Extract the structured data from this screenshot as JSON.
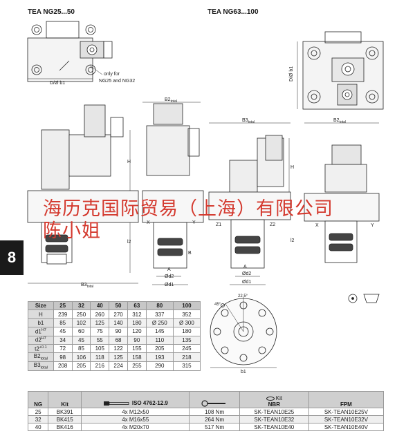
{
  "titles": {
    "left": "TEA NG25...50",
    "right": "TEA NG63...100"
  },
  "tab_number": "8",
  "note_lines": [
    "only for",
    "NG25 and NG32"
  ],
  "labels": {
    "d_b1": "D/Ø b1",
    "b2": "B2",
    "b3": "B3",
    "total": "total",
    "h": "H",
    "l2": "l2",
    "x": "X",
    "y": "Y",
    "z1": "Z1",
    "z2": "Z2",
    "a": "A",
    "b": "B",
    "d1": "Ød1",
    "d2": "Ød2",
    "b1": "b1",
    "angle_45": "45°",
    "angle_225": "22.5°"
  },
  "watermark": {
    "line1": "海历克国际贸易（上海）有限公司",
    "line2": "陈小姐"
  },
  "dimensions_table": {
    "header": [
      "Size",
      "25",
      "32",
      "40",
      "50",
      "63",
      "80",
      "100"
    ],
    "rows": [
      {
        "label": "H",
        "sub": "",
        "sup": "",
        "values": [
          "239",
          "250",
          "260",
          "270",
          "312",
          "337",
          "352"
        ]
      },
      {
        "label": "b1",
        "sub": "",
        "sup": "",
        "values": [
          "85",
          "102",
          "125",
          "140",
          "180",
          "Ø 250",
          "Ø 300"
        ]
      },
      {
        "label": "d1",
        "sub": "",
        "sup": "H7",
        "values": [
          "45",
          "60",
          "75",
          "90",
          "120",
          "145",
          "180"
        ]
      },
      {
        "label": "d2",
        "sub": "",
        "sup": "H7",
        "values": [
          "34",
          "45",
          "55",
          "68",
          "90",
          "110",
          "135"
        ]
      },
      {
        "label": "t2",
        "sub": "",
        "sup": "+0.1",
        "values": [
          "72",
          "85",
          "105",
          "122",
          "155",
          "205",
          "245"
        ]
      },
      {
        "label": "B2",
        "sub": "total",
        "sup": "",
        "values": [
          "98",
          "106",
          "118",
          "125",
          "158",
          "193",
          "218"
        ]
      },
      {
        "label": "B3",
        "sub": "total",
        "sup": "",
        "values": [
          "208",
          "205",
          "216",
          "224",
          "255",
          "290",
          "315"
        ]
      }
    ]
  },
  "kit_table": {
    "header": {
      "ng": "NG",
      "kit": "Kit",
      "iso": "ISO 4762-12.9",
      "kit2": "Kit",
      "nbr": "NBR",
      "fpm": "FPM"
    },
    "rows": [
      {
        "ng": "25",
        "kit": "BK391",
        "screws": "4x M12x50",
        "torque": "108 Nm",
        "nbr": "SK-TEAN10E25",
        "fpm": "SK-TEAN10E25V"
      },
      {
        "ng": "32",
        "kit": "BK415",
        "screws": "4x M16x55",
        "torque": "264 Nm",
        "nbr": "SK-TEAN10E32",
        "fpm": "SK-TEAN10E32V"
      },
      {
        "ng": "40",
        "kit": "BK416",
        "screws": "4x M20x70",
        "torque": "517 Nm",
        "nbr": "SK-TEAN10E40",
        "fpm": "SK-TEAN10E40V"
      }
    ]
  }
}
